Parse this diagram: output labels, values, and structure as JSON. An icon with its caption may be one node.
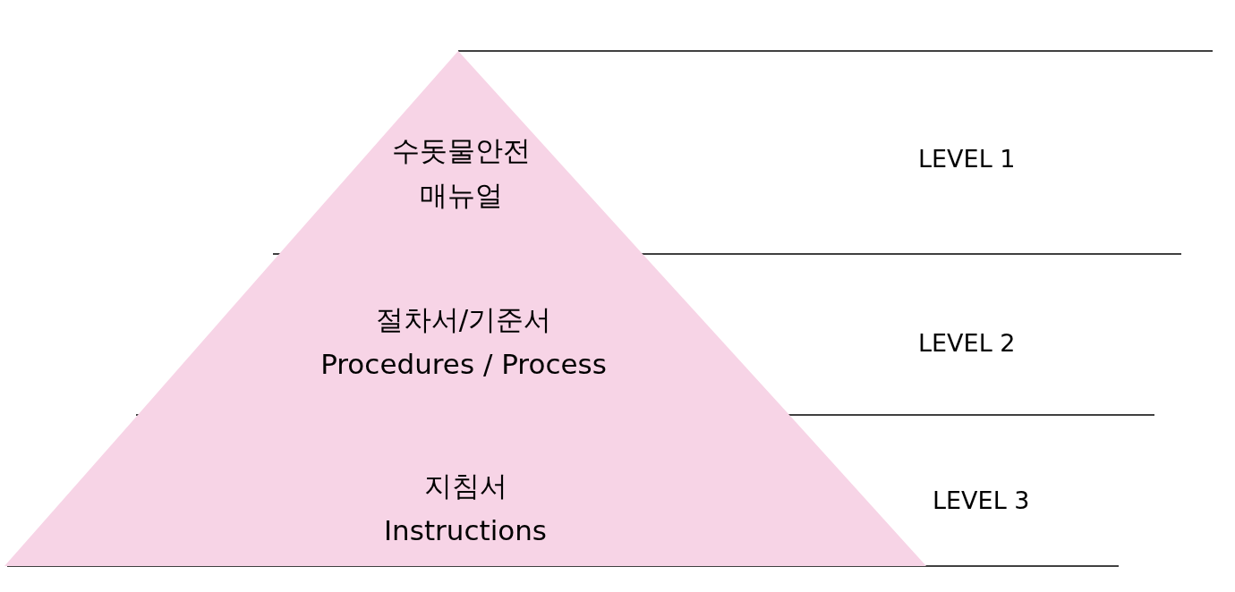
{
  "diagram": {
    "nodes": [
      {
        "text": [
          "수돗물안전 매뉴얼"
        ]
      },
      {
        "text": [
          "절차서/기준서",
          "Procedures / Process"
        ]
      },
      {
        "text": [
          "지침서",
          "Instructions"
        ]
      }
    ],
    "labels": [
      "LEVEL 1",
      "LEVEL 2",
      "LEVEL 3"
    ]
  }
}
